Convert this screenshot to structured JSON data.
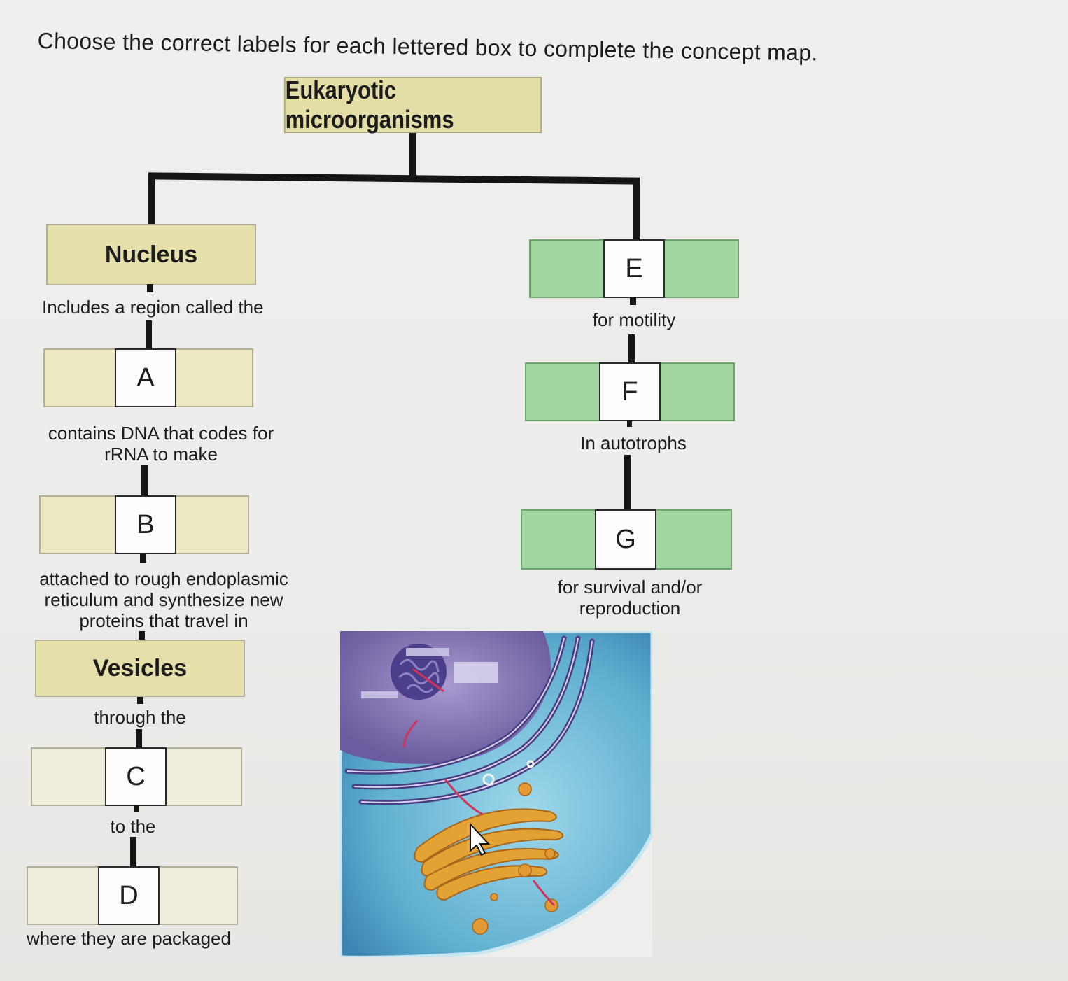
{
  "instruction": "Choose the correct labels for each lettered box to complete the concept map.",
  "root": "Eukaryotic microorganisms",
  "left_branch": {
    "nucleus": "Nucleus",
    "caption_a": "Includes a region called the",
    "slot_a": "A",
    "caption_b_line1": "contains DNA that codes for",
    "caption_b_line2": "rRNA to make",
    "slot_b": "B",
    "caption_v_line1": "attached to rough endoplasmic",
    "caption_v_line2": "reticulum and synthesize new",
    "caption_v_line3": "proteins that travel in",
    "vesicles": "Vesicles",
    "caption_c": "through the",
    "slot_c": "C",
    "caption_d": "to the",
    "slot_d": "D",
    "caption_end": "where they are packaged"
  },
  "right_branch": {
    "slot_e": "E",
    "caption_f": "for motility",
    "slot_f": "F",
    "caption_g": "In autotrophs",
    "slot_g": "G",
    "caption_end_line1": "for survival and/or",
    "caption_end_line2": "reproduction"
  },
  "colors": {
    "tan_box": "#e5e0aa",
    "green_box": "#a2d6a1",
    "connector": "#151515",
    "cytoplasm": "#6fb8d6",
    "golgi": "#e0a030"
  }
}
